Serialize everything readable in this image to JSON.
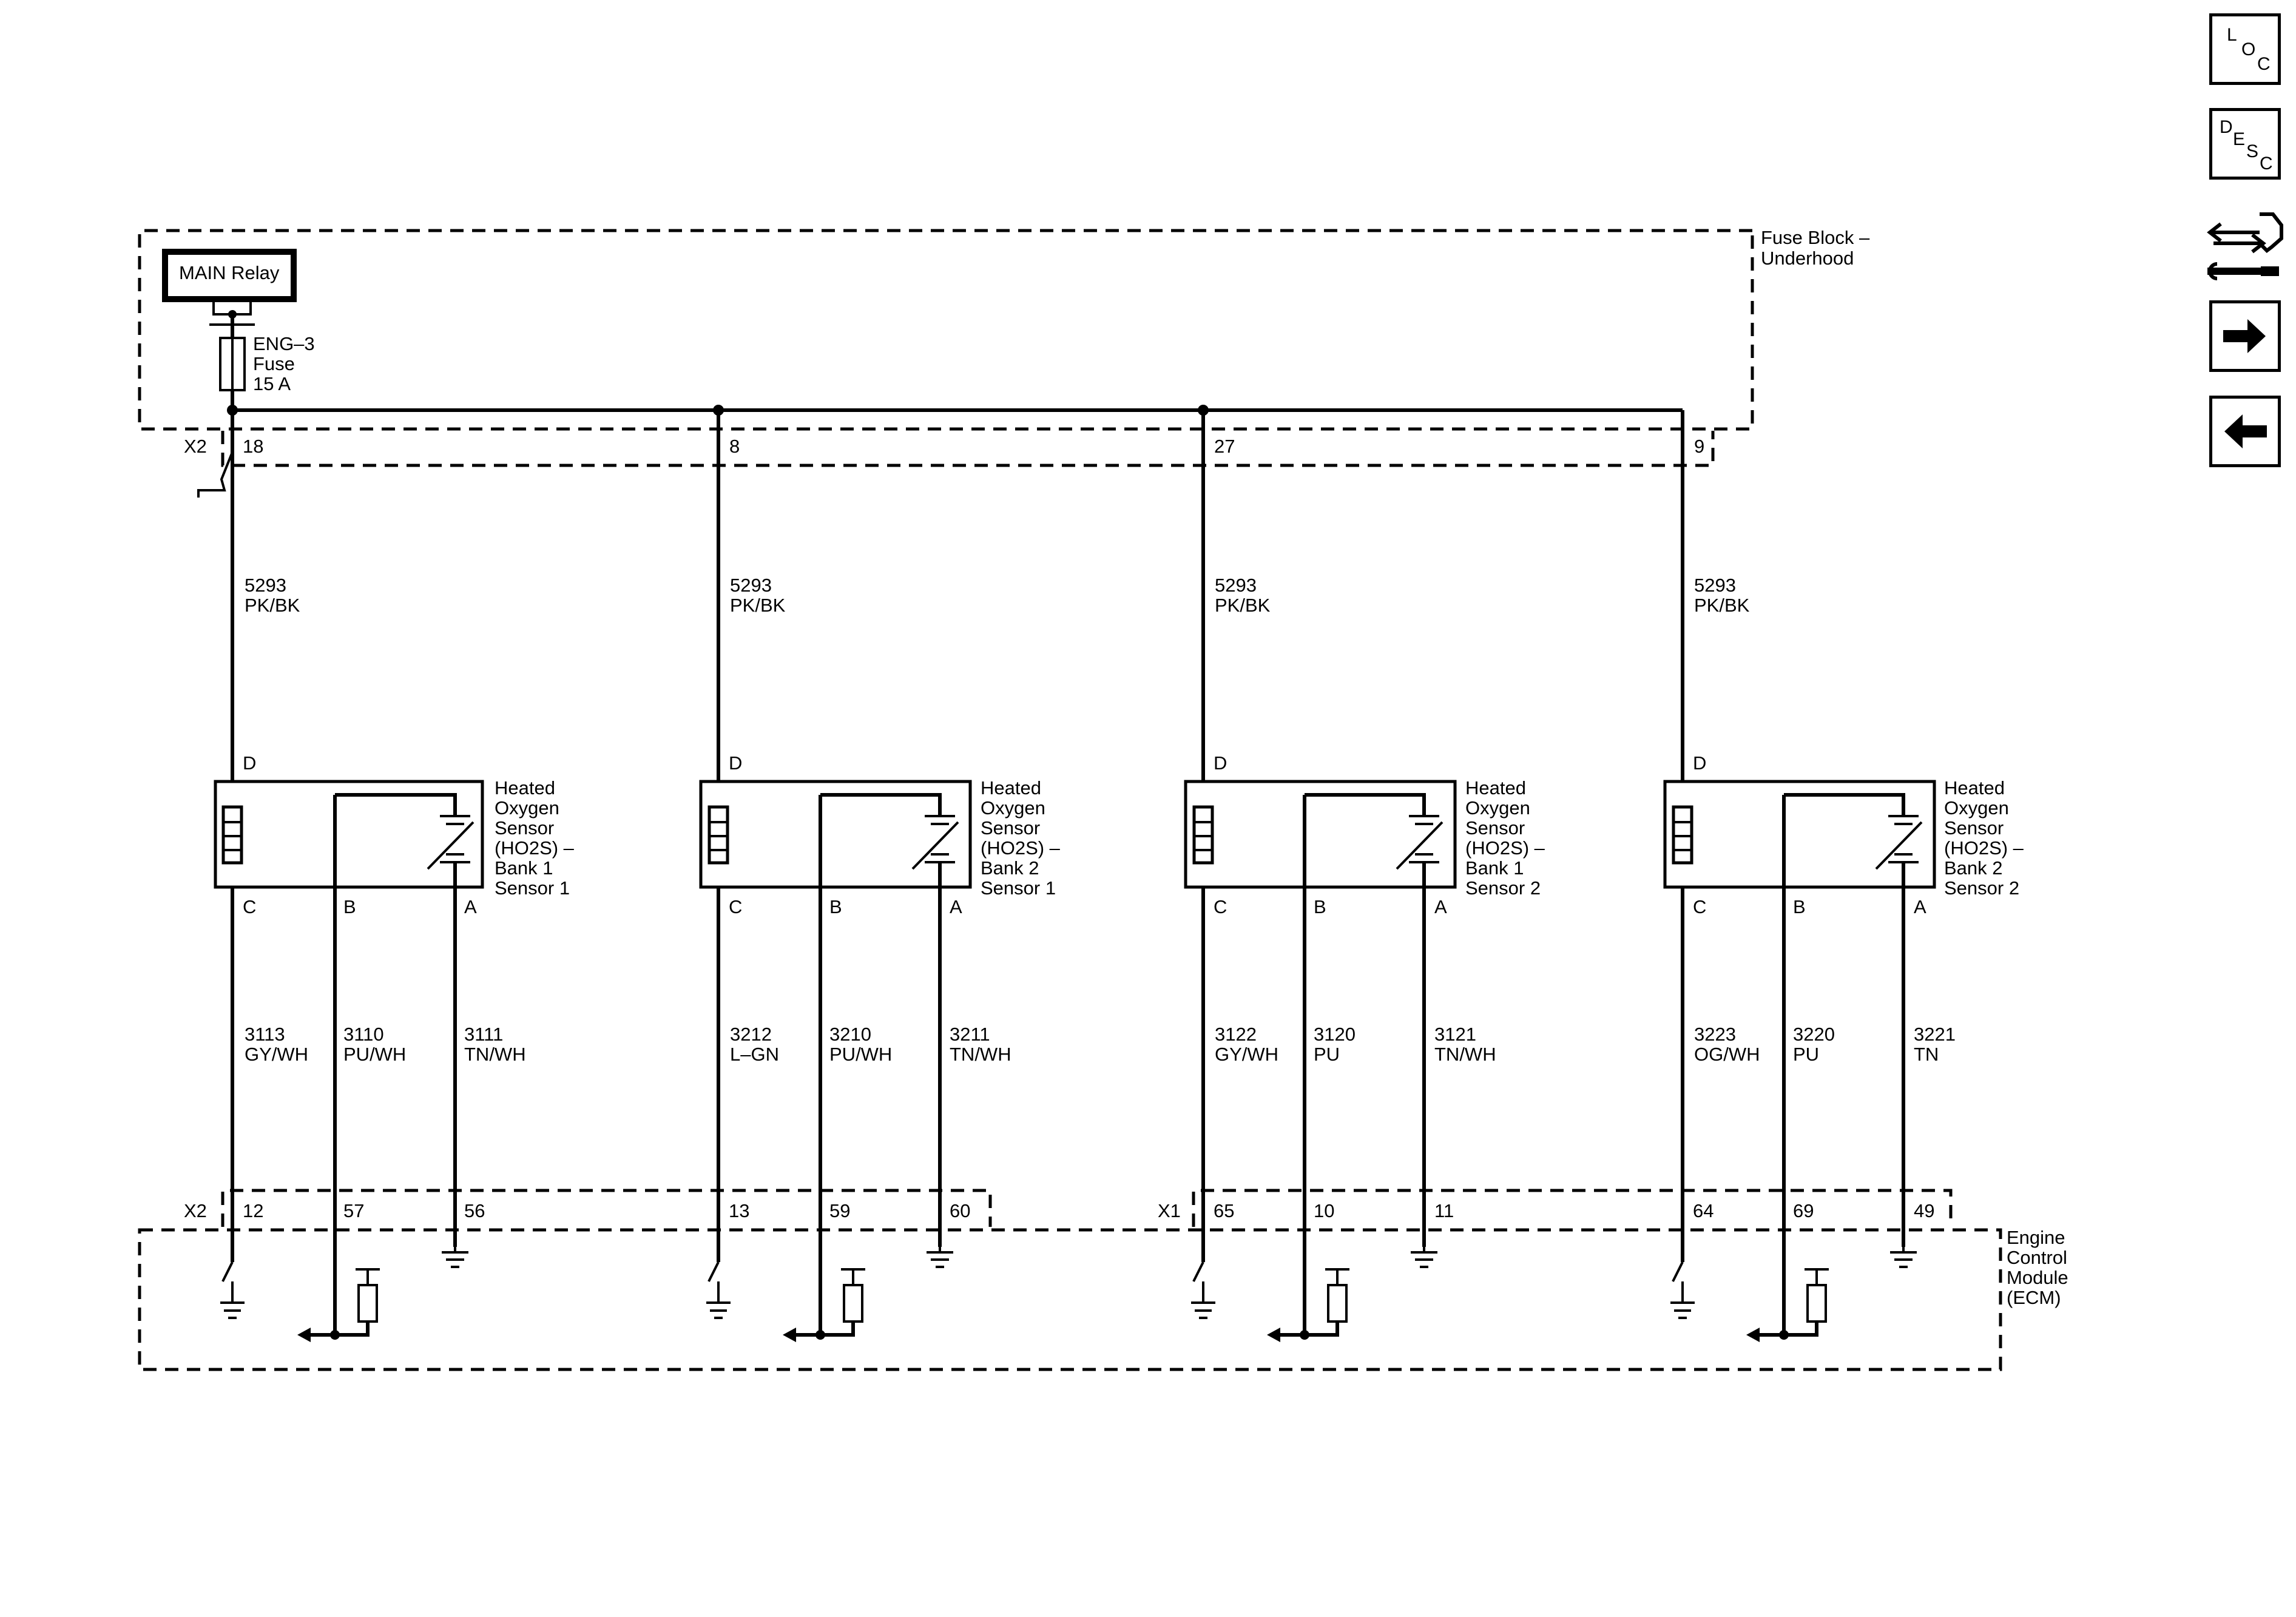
{
  "fuse_block": {
    "title_line1": "Fuse Block –",
    "title_line2": "Underhood",
    "relay_label": "MAIN Relay",
    "fuse_name": "ENG–3",
    "fuse_word": "Fuse",
    "fuse_rating": "15 A",
    "connector": "X2",
    "pins": [
      "18",
      "8",
      "27",
      "9"
    ]
  },
  "supply_wire": {
    "circuit": "5293",
    "color": "PK/BK"
  },
  "sensors": [
    {
      "name": [
        "Heated",
        "Oxygen",
        "Sensor",
        "(HO2S) –",
        "Bank 1",
        "Sensor 1"
      ],
      "pins": [
        "D",
        "C",
        "B",
        "A"
      ],
      "wires": [
        {
          "circuit": "3113",
          "color": "GY/WH"
        },
        {
          "circuit": "3110",
          "color": "PU/WH"
        },
        {
          "circuit": "3111",
          "color": "TN/WH"
        }
      ]
    },
    {
      "name": [
        "Heated",
        "Oxygen",
        "Sensor",
        "(HO2S) –",
        "Bank 2",
        "Sensor 1"
      ],
      "pins": [
        "D",
        "C",
        "B",
        "A"
      ],
      "wires": [
        {
          "circuit": "3212",
          "color": "L–GN"
        },
        {
          "circuit": "3210",
          "color": "PU/WH"
        },
        {
          "circuit": "3211",
          "color": "TN/WH"
        }
      ]
    },
    {
      "name": [
        "Heated",
        "Oxygen",
        "Sensor",
        "(HO2S) –",
        "Bank 1",
        "Sensor 2"
      ],
      "pins": [
        "D",
        "C",
        "B",
        "A"
      ],
      "wires": [
        {
          "circuit": "3122",
          "color": "GY/WH"
        },
        {
          "circuit": "3120",
          "color": "PU"
        },
        {
          "circuit": "3121",
          "color": "TN/WH"
        }
      ]
    },
    {
      "name": [
        "Heated",
        "Oxygen",
        "Sensor",
        "(HO2S) –",
        "Bank 2",
        "Sensor 2"
      ],
      "pins": [
        "D",
        "C",
        "B",
        "A"
      ],
      "wires": [
        {
          "circuit": "3223",
          "color": "OG/WH"
        },
        {
          "circuit": "3220",
          "color": "PU"
        },
        {
          "circuit": "3221",
          "color": "TN"
        }
      ]
    }
  ],
  "ecm": {
    "title_lines": [
      "Engine",
      "Control",
      "Module",
      "(ECM)"
    ],
    "connector_left": "X2",
    "connector_right": "X1",
    "pins": [
      "12",
      "57",
      "56",
      "13",
      "59",
      "60",
      "65",
      "10",
      "11",
      "64",
      "69",
      "49"
    ]
  },
  "nav": {
    "loc_letters": [
      "L",
      "O",
      "C"
    ],
    "desc_letters": [
      "D",
      "E",
      "S",
      "C"
    ],
    "icons": [
      "connector-tool-icon",
      "arrow-right-icon",
      "arrow-left-icon"
    ]
  }
}
